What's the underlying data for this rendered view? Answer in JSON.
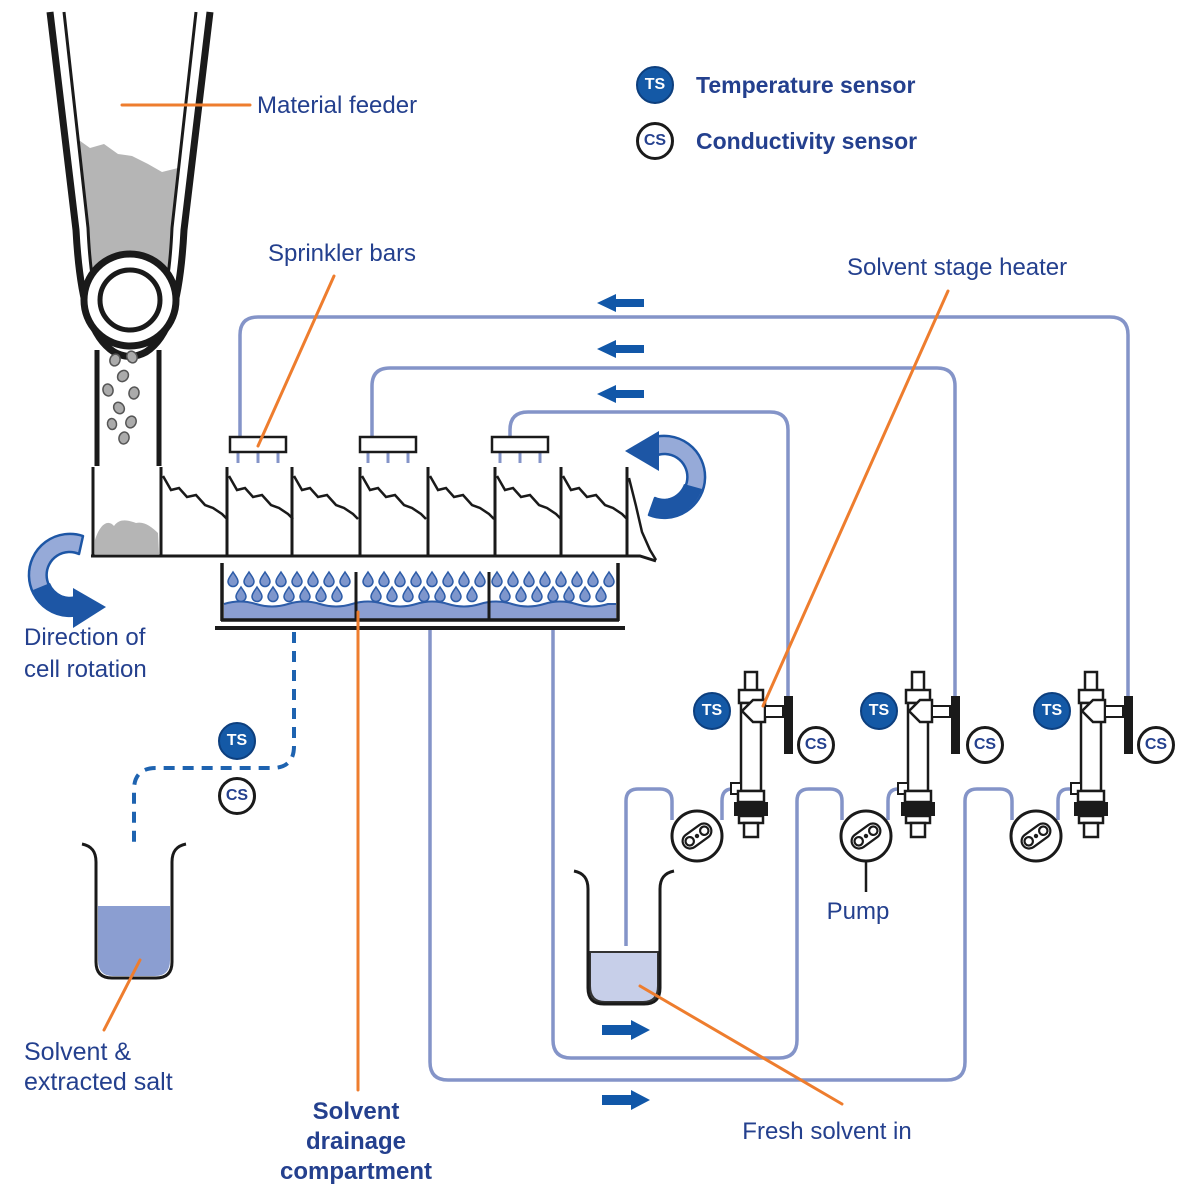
{
  "legend": {
    "ts_abbr": "TS",
    "ts_label": "Temperature sensor",
    "cs_abbr": "CS",
    "cs_label": "Conductivity sensor"
  },
  "labels": {
    "material_feeder": "Material feeder",
    "sprinkler_bars": "Sprinkler bars",
    "solvent_stage_heater": "Solvent stage heater",
    "direction_line1": "Direction of",
    "direction_line2": "cell rotation",
    "drainage_line1": "Solvent",
    "drainage_line2": "drainage",
    "drainage_line3": "compartment",
    "pump": "Pump",
    "fresh_solvent_in": "Fresh solvent in",
    "salt_line1": "Solvent &",
    "salt_line2": "extracted salt"
  },
  "colors": {
    "navy": "#24408e",
    "orange": "#ee7d2e",
    "pipe": "#8494c8",
    "dashed_pipe": "#1e63b0",
    "arrow_blue": "#1157a8",
    "arrow_light": "#96aad8",
    "ts_fill": "#1459a6",
    "droplet_fill": "#7e96cc",
    "droplet_stroke": "#2d5ca8",
    "liquid_medium": "#8b9ed1",
    "liquid_light": "#c7cfe9",
    "material_gray": "#b5b5b5",
    "outline": "#1a1a1a"
  }
}
